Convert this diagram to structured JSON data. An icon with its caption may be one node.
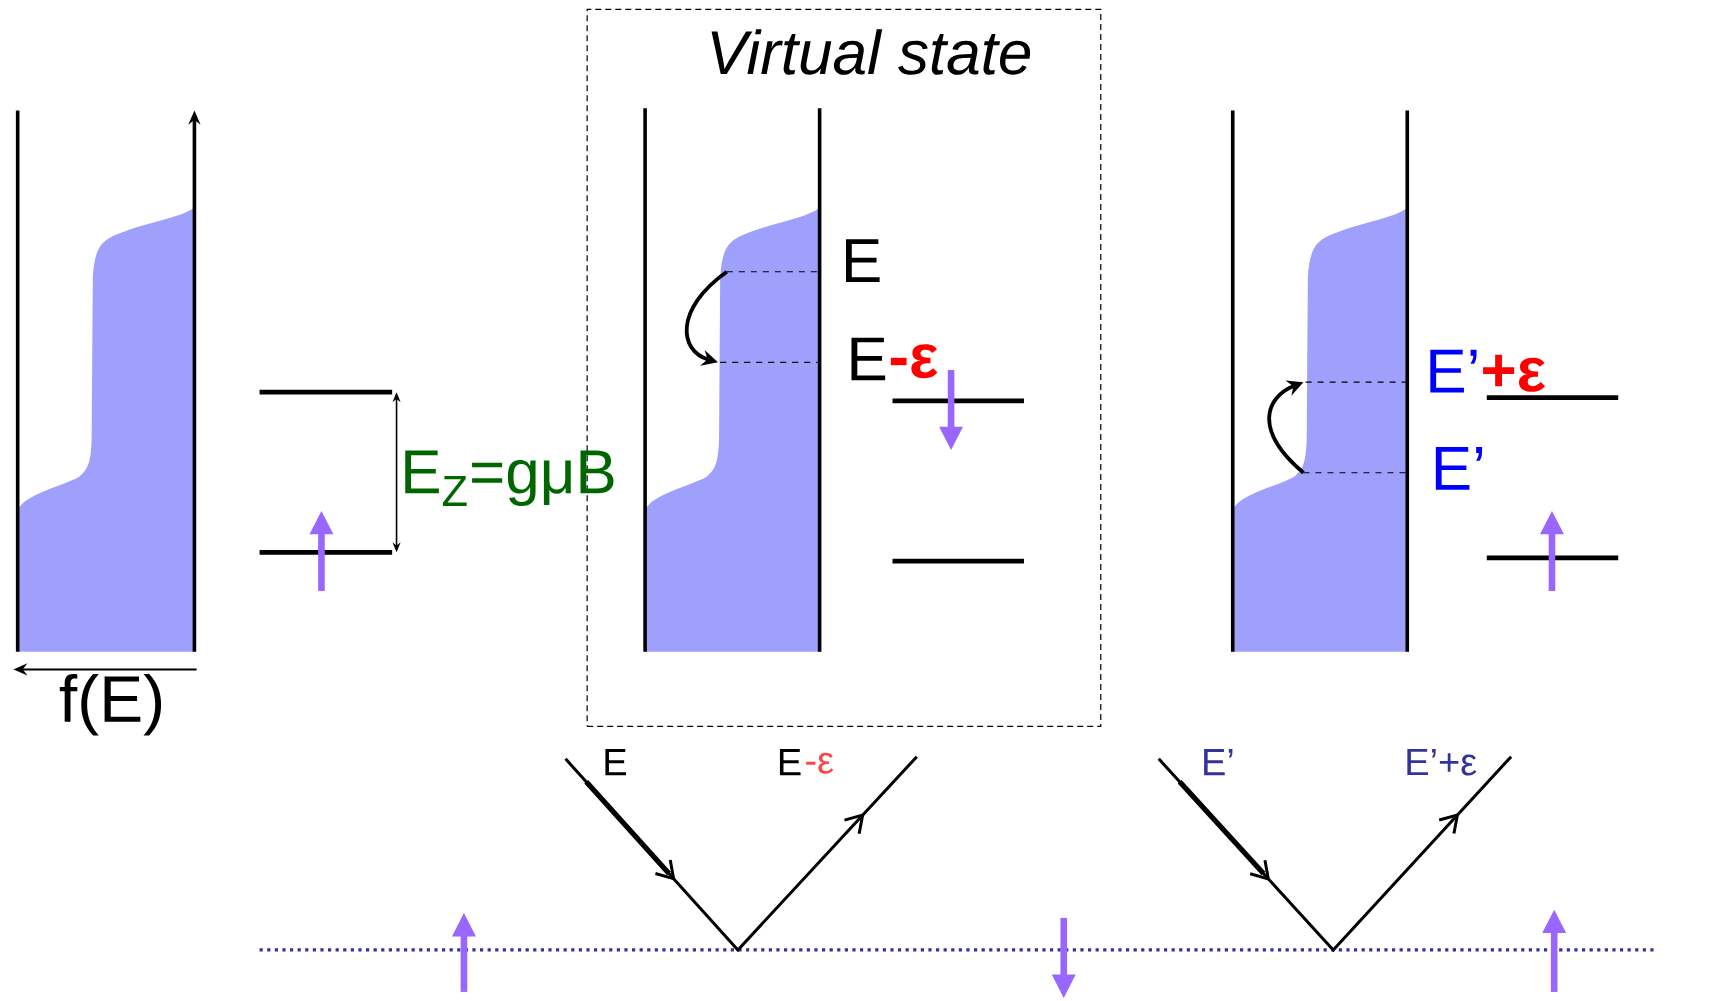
{
  "diagram": {
    "nodes": [
      {
        "text": [
          "Virtual state"
        ]
      }
    ],
    "labels": [
      "E",
      "E",
      "-ε",
      "E’",
      "+ε",
      "E’",
      "E$_{Z}$=gμB",
      "f(E)",
      "E",
      "E",
      "-ε",
      "E’",
      "E’+ε"
    ]
  }
}
